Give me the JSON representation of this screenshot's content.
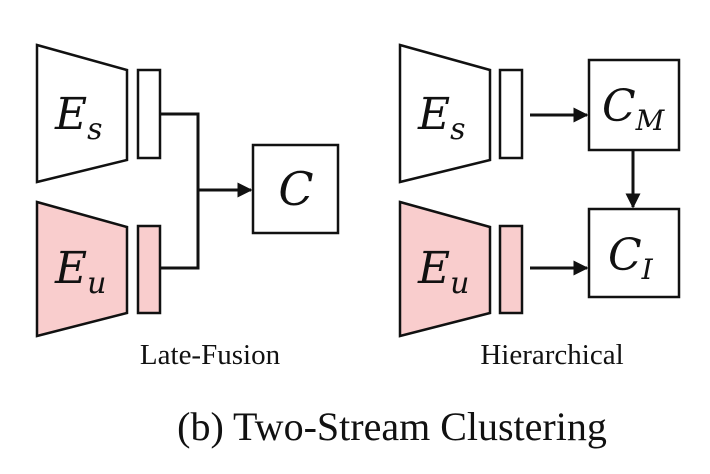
{
  "colors": {
    "supervised_fill": "#ffffff",
    "unsupervised_fill": "#f9cdcd",
    "stroke": "#111111"
  },
  "late_fusion": {
    "label": "Late-Fusion",
    "encoder_top": {
      "base": "E",
      "sub": "s"
    },
    "encoder_bottom": {
      "base": "E",
      "sub": "u"
    },
    "classifier": {
      "base": "C",
      "sub": ""
    }
  },
  "hierarchical": {
    "label": "Hierarchical",
    "encoder_top": {
      "base": "E",
      "sub": "s"
    },
    "encoder_bottom": {
      "base": "E",
      "sub": "u"
    },
    "classifier_top": {
      "base": "C",
      "sub": "M"
    },
    "classifier_bottom": {
      "base": "C",
      "sub": "I"
    }
  },
  "caption": "(b) Two-Stream Clustering"
}
